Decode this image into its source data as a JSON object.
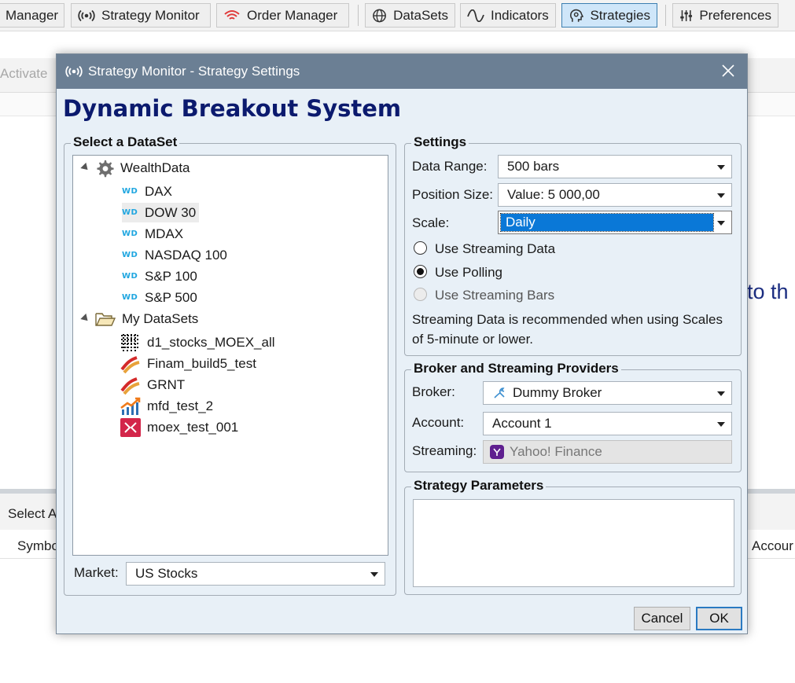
{
  "toolbar": {
    "items": [
      {
        "label": "Manager",
        "icon": "none"
      },
      {
        "label": "Strategy Monitor",
        "icon": "broadcast-icon"
      },
      {
        "label": "Order Manager",
        "icon": "wifi-icon"
      },
      {
        "label": "DataSets",
        "icon": "globe-icon"
      },
      {
        "label": "Indicators",
        "icon": "wave-icon"
      },
      {
        "label": "Strategies",
        "icon": "head-gear-icon"
      },
      {
        "label": "Preferences",
        "icon": "sliders-icon"
      }
    ],
    "active": "Strategies"
  },
  "background": {
    "activate_text": "Activate",
    "select_text": "Select A",
    "symbol_text": "Symbo",
    "account_text": "Accour",
    "to_the_text": "to th"
  },
  "dialog": {
    "title": "Strategy Monitor - Strategy Settings",
    "heading": "Dynamic Breakout System",
    "dataset_group": {
      "title": "Select a DataSet",
      "tree": {
        "groups": [
          {
            "label": "WealthData",
            "icon": "gear-icon",
            "items": [
              "DAX",
              "DOW 30",
              "MDAX",
              "NASDAQ 100",
              "S&P 100",
              "S&P 500"
            ]
          },
          {
            "label": "My DataSets",
            "icon": "folder-open-icon",
            "items": [
              "d1_stocks_MOEX_all",
              "Finam_build5_test",
              "GRNT",
              "mfd_test_2",
              "moex_test_001"
            ]
          }
        ],
        "selected": "DOW 30"
      },
      "market_label": "Market:",
      "market_value": "US Stocks"
    },
    "settings_group": {
      "title": "Settings",
      "data_range_label": "Data Range:",
      "data_range_value": "500 bars",
      "position_size_label": "Position Size:",
      "position_size_value": "Value: 5 000,00",
      "scale_label": "Scale:",
      "scale_value": "Daily",
      "radios": [
        {
          "label": "Use Streaming Data",
          "checked": false,
          "disabled": false
        },
        {
          "label": "Use Polling",
          "checked": true,
          "disabled": false
        },
        {
          "label": "Use Streaming Bars",
          "checked": false,
          "disabled": true
        }
      ],
      "note_line1": "Streaming Data is recommended when using Scales",
      "note_line2": "of 5-minute or lower."
    },
    "broker_group": {
      "title": "Broker and Streaming Providers",
      "broker_label": "Broker:",
      "broker_value": "Dummy Broker",
      "account_label": "Account:",
      "account_value": "Account 1",
      "streaming_label": "Streaming:",
      "streaming_value": "Yahoo! Finance"
    },
    "params_group": {
      "title": "Strategy Parameters"
    },
    "buttons": {
      "cancel": "Cancel",
      "ok": "OK"
    }
  },
  "colors": {
    "titlebar": "#6b7f94",
    "heading": "#0b1a6e",
    "selection": "#0a78d7",
    "dialog_bg": "#e8f0f7"
  }
}
